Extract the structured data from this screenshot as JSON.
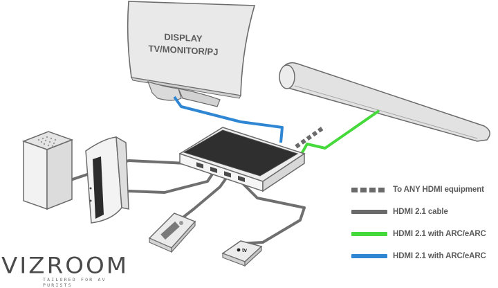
{
  "display": {
    "line1": "DISPLAY",
    "line2": "TV/MONITOR/PJ"
  },
  "legend": {
    "items": [
      {
        "label": "To ANY HDMI equipment",
        "style": "dashed",
        "color": "#6a6a6a"
      },
      {
        "label": "HDMI 2.1 cable",
        "style": "solid",
        "color": "#6a6a6a"
      },
      {
        "label": "HDMI 2.1 with ARC/eARC",
        "style": "solid",
        "color": "#46d93c"
      },
      {
        "label": "HDMI 2.1 with ARC/eARC",
        "style": "solid",
        "color": "#2f86d2"
      }
    ]
  },
  "brand": {
    "logo_text": "VIZROOM",
    "tagline": "TAILORED FOR AV PURISTS"
  },
  "apple_tv_label": "tv",
  "colors": {
    "cable_gray": "#6f6f6f",
    "arc_green": "#46d93c",
    "earc_blue": "#2f86d2",
    "device_light": "#ececec",
    "switch_dark": "#2f2f2f"
  }
}
